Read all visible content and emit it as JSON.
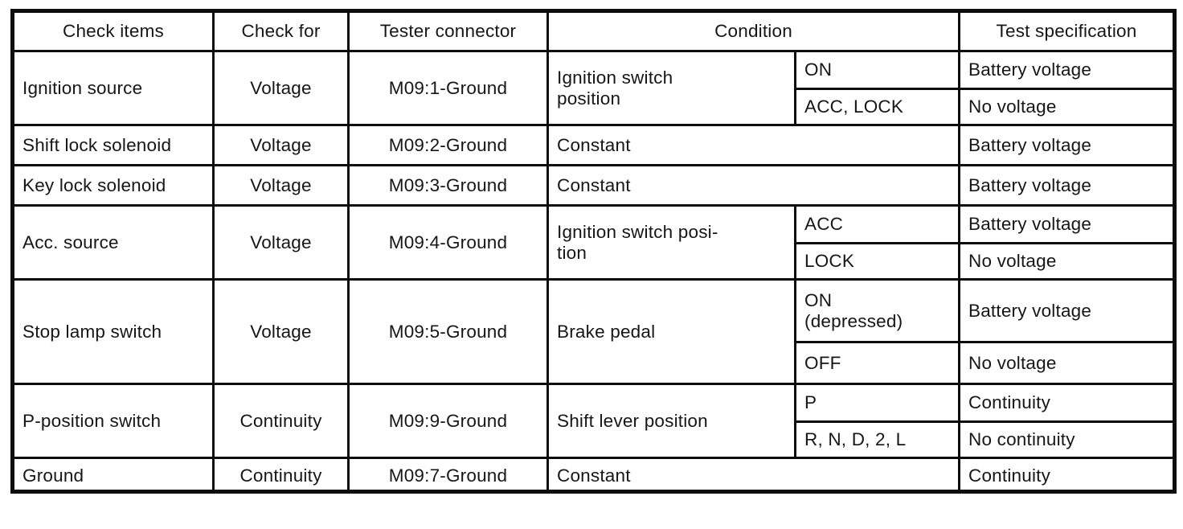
{
  "colors": {
    "ink": "#161616",
    "paper": "#ffffff",
    "border": "#0d0d0d"
  },
  "table": {
    "headers": {
      "check_items": "Check items",
      "check_for": "Check for",
      "tester_connector": "Tester connector",
      "condition": "Condition",
      "test_specification": "Test specification"
    },
    "rows": [
      {
        "check_item": "Ignition source",
        "check_for": "Voltage",
        "tester_connector": "M09:1-Ground",
        "condition_label": "Ignition switch\nposition",
        "conditions": [
          {
            "value": "ON",
            "spec": "Battery voltage"
          },
          {
            "value": "ACC, LOCK",
            "spec": "No voltage"
          }
        ]
      },
      {
        "check_item": "Shift lock solenoid",
        "check_for": "Voltage",
        "tester_connector": "M09:2-Ground",
        "condition": "Constant",
        "spec": "Battery voltage"
      },
      {
        "check_item": "Key lock solenoid",
        "check_for": "Voltage",
        "tester_connector": "M09:3-Ground",
        "condition": "Constant",
        "spec": "Battery voltage"
      },
      {
        "check_item": "Acc. source",
        "check_for": "Voltage",
        "tester_connector": "M09:4-Ground",
        "condition_label": "Ignition switch posi-\ntion",
        "conditions": [
          {
            "value": "ACC",
            "spec": "Battery voltage"
          },
          {
            "value": "LOCK",
            "spec": "No voltage"
          }
        ]
      },
      {
        "check_item": "Stop lamp switch",
        "check_for": "Voltage",
        "tester_connector": "M09:5-Ground",
        "condition_label": "Brake pedal",
        "conditions": [
          {
            "value": "ON\n(depressed)",
            "spec": "Battery voltage"
          },
          {
            "value": "OFF",
            "spec": "No voltage"
          }
        ]
      },
      {
        "check_item": "P-position switch",
        "check_for": "Continuity",
        "tester_connector": "M09:9-Ground",
        "condition_label": "Shift lever position",
        "conditions": [
          {
            "value": "P",
            "spec": "Continuity"
          },
          {
            "value": "R, N, D, 2, L",
            "spec": "No continuity"
          }
        ]
      },
      {
        "check_item": "Ground",
        "check_for": "Continuity",
        "tester_connector": "M09:7-Ground",
        "condition": "Constant",
        "spec": "Continuity"
      }
    ]
  }
}
